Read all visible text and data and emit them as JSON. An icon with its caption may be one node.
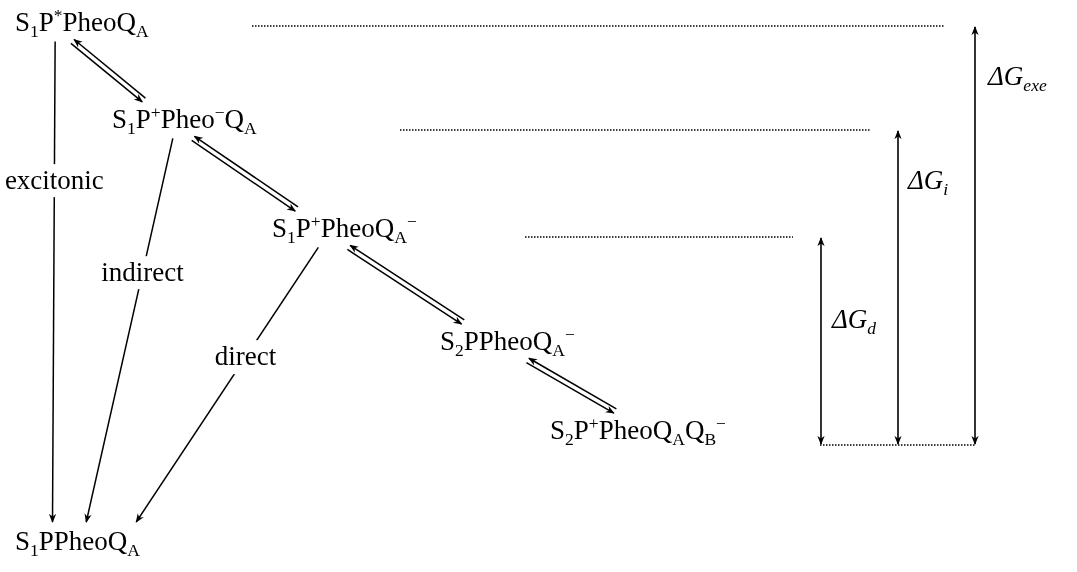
{
  "diagram": {
    "nodes": [
      {
        "text": [
          "S$_{1}$P$^{*}$PheoQ$_{A}$"
        ]
      },
      {
        "text": [
          "S$_{1}$P$^{+}$Pheo$^{−}$Q$_{A}$"
        ]
      },
      {
        "text": [
          "S$_{1}$P$^{+}$PheoQ$_{A}$$^{−}$"
        ]
      },
      {
        "text": [
          "S$_{2}$PPheoQ$_{A}$$^{−}$"
        ]
      },
      {
        "text": [
          "S$_{2}$P$^{+}$PheoQ$_{A}$Q$_{B}$$^{−}$"
        ]
      },
      {
        "text": [
          "S$_{1}$PPheoQ$_{A}$"
        ]
      }
    ],
    "edges": [
      {
        "from": 0,
        "to": 1,
        "arrow": "to"
      },
      {
        "from": 1,
        "to": 0,
        "arrow": "to"
      },
      {
        "from": 1,
        "to": 2,
        "arrow": "to"
      },
      {
        "from": 2,
        "to": 1,
        "arrow": "to"
      },
      {
        "from": 2,
        "to": 3,
        "arrow": "to"
      },
      {
        "from": 3,
        "to": 2,
        "arrow": "to"
      },
      {
        "from": 3,
        "to": 4,
        "arrow": "to"
      },
      {
        "from": 4,
        "to": 3,
        "arrow": "to"
      },
      {
        "from": 0,
        "to": 5,
        "arrow": "to",
        "label": "excitonic"
      },
      {
        "from": 1,
        "to": 5,
        "arrow": "to",
        "label": "indirect"
      },
      {
        "from": 2,
        "to": 5,
        "arrow": "to",
        "label": "direct"
      }
    ],
    "labels": [
      "ΔG$_{exe}$",
      "ΔG$_{i}$",
      "ΔG$_{d}$"
    ]
  }
}
